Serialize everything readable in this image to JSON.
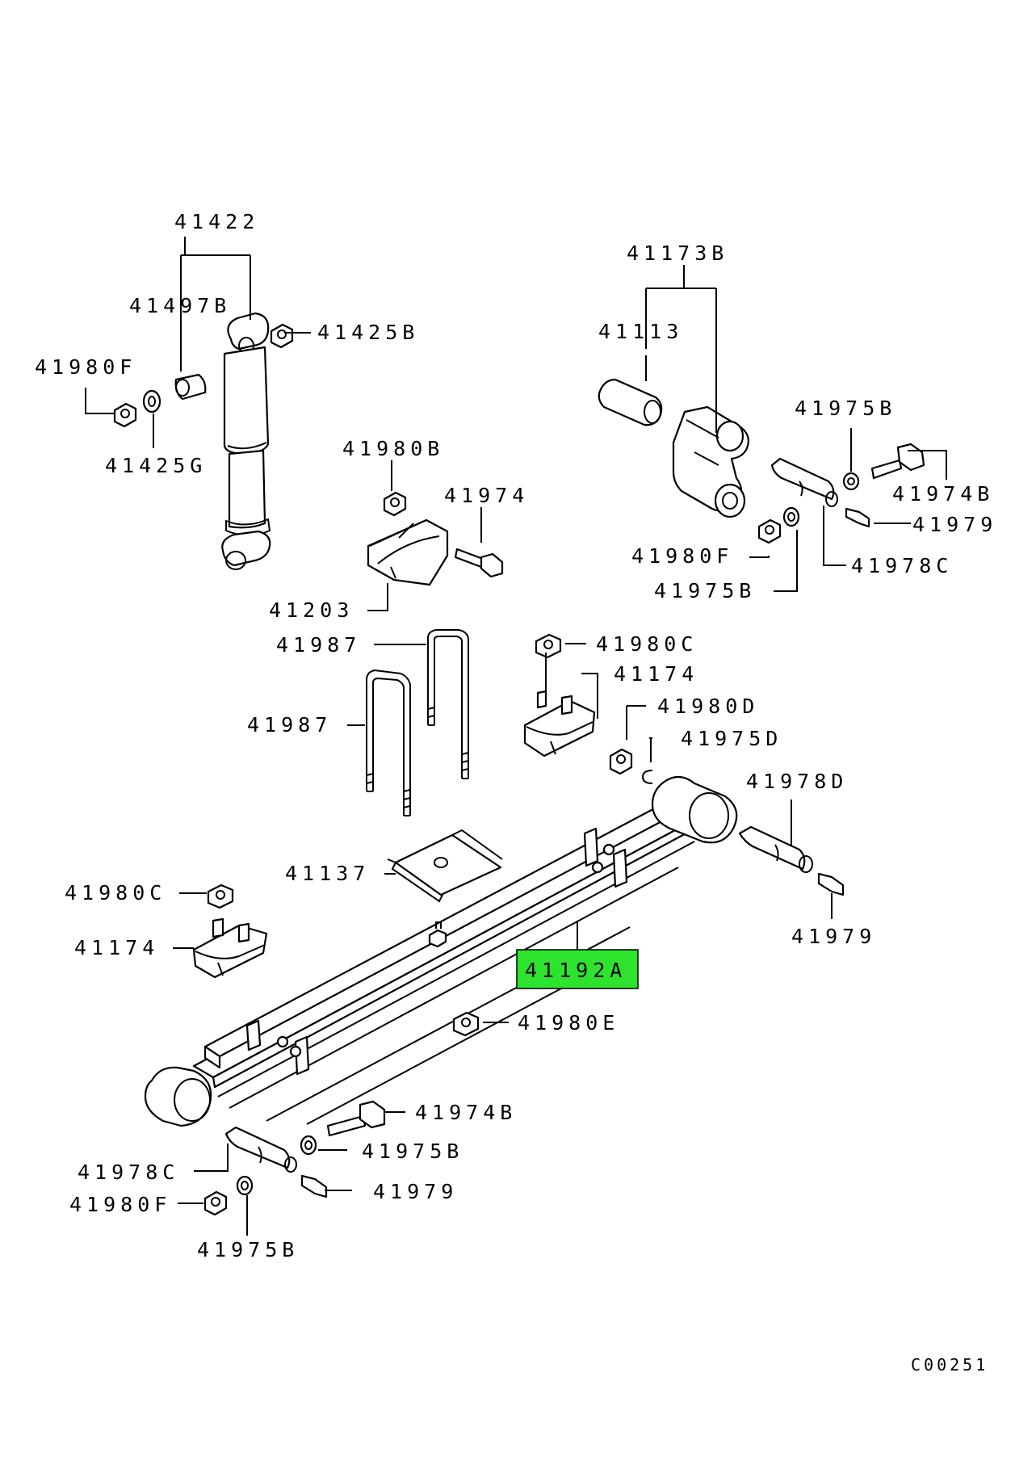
{
  "diagram_code": "C00251",
  "highlight_color": "#2ee32e",
  "labels": {
    "l41422": "41422",
    "l41497B": "41497B",
    "l41425B": "41425B",
    "l41980F_a": "41980F",
    "l41425G": "41425G",
    "l41173B": "41173B",
    "l41113": "41113",
    "l41975B_a": "41975B",
    "l41974B_a": "41974B",
    "l41979_a": "41979",
    "l41980F_b": "41980F",
    "l41978C_a": "41978C",
    "l41975B_b": "41975B",
    "l41980B": "41980B",
    "l41974": "41974",
    "l41203": "41203",
    "l41987_a": "41987",
    "l41987_b": "41987",
    "l41980C_a": "41980C",
    "l41174_a": "41174",
    "l41980D": "41980D",
    "l41975D": "41975D",
    "l41978D": "41978D",
    "l41979_b": "41979",
    "l41137": "41137",
    "l41980C_b": "41980C",
    "l41174_b": "41174",
    "l41192A": "41192A",
    "l41980E": "41980E",
    "l41974B_b": "41974B",
    "l41975B_c": "41975B",
    "l41978C_b": "41978C",
    "l41979_c": "41979",
    "l41980F_c": "41980F",
    "l41975B_d": "41975B"
  }
}
